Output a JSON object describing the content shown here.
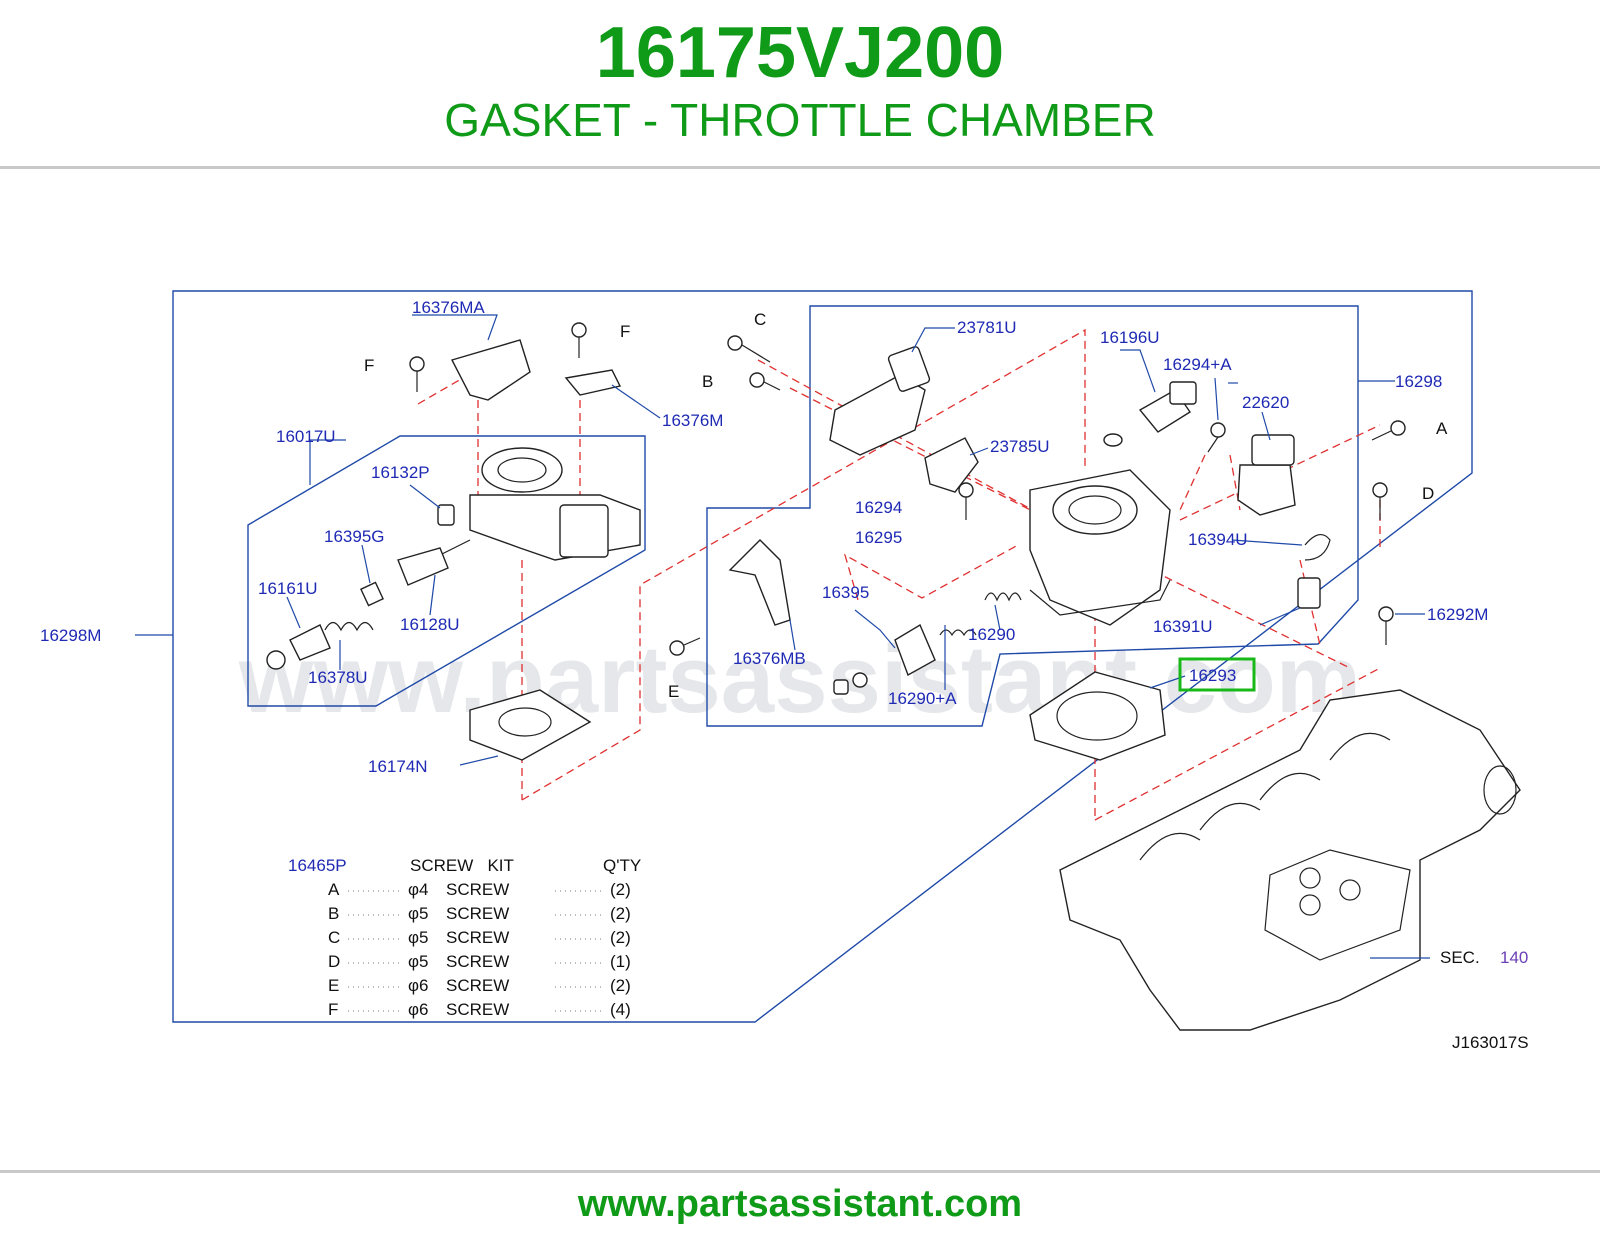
{
  "header": {
    "part_number": "16175VJ200",
    "part_name": "GASKET - THROTTLE CHAMBER"
  },
  "footer": {
    "url": "www.partsassistant.com"
  },
  "diagram": {
    "watermark": "www.partsassistant.com",
    "figure_code": "J163017S",
    "highlighted_callout": "16293",
    "highlight_color": "#18b818",
    "callouts": {
      "c16376MA": "16376MA",
      "c16376M": "16376M",
      "c16017U": "16017U",
      "c16132P": "16132P",
      "c16395G": "16395G",
      "c16161U": "16161U",
      "c16128U": "16128U",
      "c16378U": "16378U",
      "c16298M": "16298M",
      "c16174N": "16174N",
      "c23781U": "23781U",
      "c16196U": "16196U",
      "c16294A": "16294+A",
      "c16298": "16298",
      "c22620": "22620",
      "c23785U": "23785U",
      "c16294": "16294",
      "c16295": "16295",
      "c16394U": "16394U",
      "c16395": "16395",
      "c16376MB": "16376MB",
      "c16290": "16290",
      "c16391U": "16391U",
      "c16292M": "16292M",
      "c16290A": "16290+A",
      "c16293": "16293",
      "sec_label": "SEC.",
      "sec_number": "140"
    },
    "screw_letters": {
      "top_f1": "F",
      "top_f2": "F",
      "top_c": "C",
      "top_b": "B",
      "right_a": "A",
      "right_d": "D",
      "bottom_e": "E"
    },
    "screw_kit": {
      "kit_number": "16465P",
      "title": "SCREW   KIT",
      "qty_header": "Q'TY",
      "rows": [
        {
          "letter": "A",
          "size": "φ4",
          "name": "SCREW",
          "qty": "(2)"
        },
        {
          "letter": "B",
          "size": "φ5",
          "name": "SCREW",
          "qty": "(2)"
        },
        {
          "letter": "C",
          "size": "φ5",
          "name": "SCREW",
          "qty": "(2)"
        },
        {
          "letter": "D",
          "size": "φ5",
          "name": "SCREW",
          "qty": "(1)"
        },
        {
          "letter": "E",
          "size": "φ6",
          "name": "SCREW",
          "qty": "(2)"
        },
        {
          "letter": "F",
          "size": "φ6",
          "name": "SCREW",
          "qty": "(4)"
        }
      ]
    }
  }
}
